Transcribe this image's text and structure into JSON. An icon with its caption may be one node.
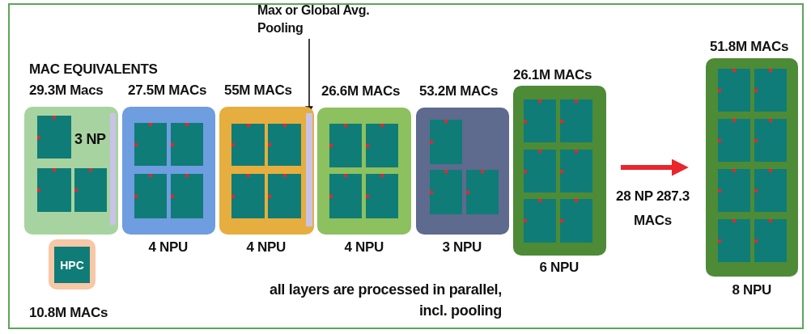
{
  "diagram": {
    "title": "MAC EQUIVALENTS",
    "nodes": [
      {
        "text": [
          "3 NP"
        ],
        "beside": [
          "29.3M Macs"
        ]
      },
      {
        "text": [],
        "shape": "box",
        "in": 0
      },
      {
        "text": [],
        "shape": "box",
        "in": 0
      },
      {
        "text": [],
        "shape": "box",
        "in": 0
      },
      {
        "text": [],
        "shape": "bar",
        "in": 0
      },
      {
        "text": [],
        "shape": "box",
        "beside": [
          "27.5M MACs",
          "4 NPU"
        ]
      },
      {
        "text": [],
        "shape": "box",
        "in": 5
      },
      {
        "text": [],
        "shape": "box",
        "in": 5
      },
      {
        "text": [],
        "shape": "box",
        "in": 5
      },
      {
        "text": [],
        "shape": "box",
        "in": 5
      },
      {
        "text": [],
        "shape": "box",
        "beside": [
          "55M MACs",
          "4 NPU"
        ]
      },
      {
        "text": [],
        "shape": "box",
        "in": 10
      },
      {
        "text": [],
        "shape": "box",
        "in": 10
      },
      {
        "text": [],
        "shape": "box",
        "in": 10
      },
      {
        "text": [],
        "shape": "box",
        "in": 10
      },
      {
        "text": [],
        "shape": "bar",
        "in": 10
      },
      {
        "text": [
          "Max or Global Avg. Pooling"
        ]
      },
      {
        "text": [],
        "shape": "box",
        "beside": [
          "26.6M MACs",
          "4 NPU"
        ]
      },
      {
        "text": [],
        "shape": "box",
        "in": 17
      },
      {
        "text": [],
        "shape": "box",
        "in": 17
      },
      {
        "text": [],
        "shape": "box",
        "in": 17
      },
      {
        "text": [],
        "shape": "box",
        "in": 17
      },
      {
        "text": [],
        "shape": "box",
        "beside": [
          "53.2M MACs",
          "3 NPU"
        ]
      },
      {
        "text": [],
        "shape": "box",
        "in": 22
      },
      {
        "text": [],
        "shape": "box",
        "in": 22
      },
      {
        "text": [],
        "shape": "box",
        "in": 22
      },
      {
        "text": [],
        "shape": "box",
        "beside": [
          "26.1M MACs",
          "6 NPU"
        ]
      },
      {
        "text": [],
        "shape": "box",
        "in": 26
      },
      {
        "text": [],
        "shape": "box",
        "in": 26
      },
      {
        "text": [],
        "shape": "box",
        "in": 26
      },
      {
        "text": [],
        "shape": "box",
        "in": 26
      },
      {
        "text": [],
        "shape": "box",
        "in": 26
      },
      {
        "text": [],
        "shape": "box",
        "in": 26
      },
      {
        "text": [],
        "shape": "box",
        "beside": [
          "51.8M MACs",
          "8 NPU"
        ]
      },
      {
        "text": [],
        "shape": "box",
        "in": 33
      },
      {
        "text": [],
        "shape": "box",
        "in": 33
      },
      {
        "text": [],
        "shape": "box",
        "in": 33
      },
      {
        "text": [],
        "shape": "box",
        "in": 33
      },
      {
        "text": [],
        "shape": "box",
        "in": 33
      },
      {
        "text": [],
        "shape": "box",
        "in": 33
      },
      {
        "text": [],
        "shape": "box",
        "in": 33
      },
      {
        "text": [],
        "shape": "box",
        "in": 33
      },
      {
        "text": [],
        "shape": "box",
        "beside": [
          "10.8M MACs"
        ]
      },
      {
        "text": [
          "HPC"
        ],
        "in": 42
      }
    ],
    "edges": [
      {
        "from": 16,
        "to": 15,
        "arrow": "to"
      },
      {
        "from": 26,
        "to": 33,
        "arrow": "to",
        "label": "28 NP 287.3 MACs",
        "style": "thick",
        "color": "#e8262b"
      }
    ],
    "labels": [
      "all layers are processed in parallel, incl. pooling"
    ]
  }
}
